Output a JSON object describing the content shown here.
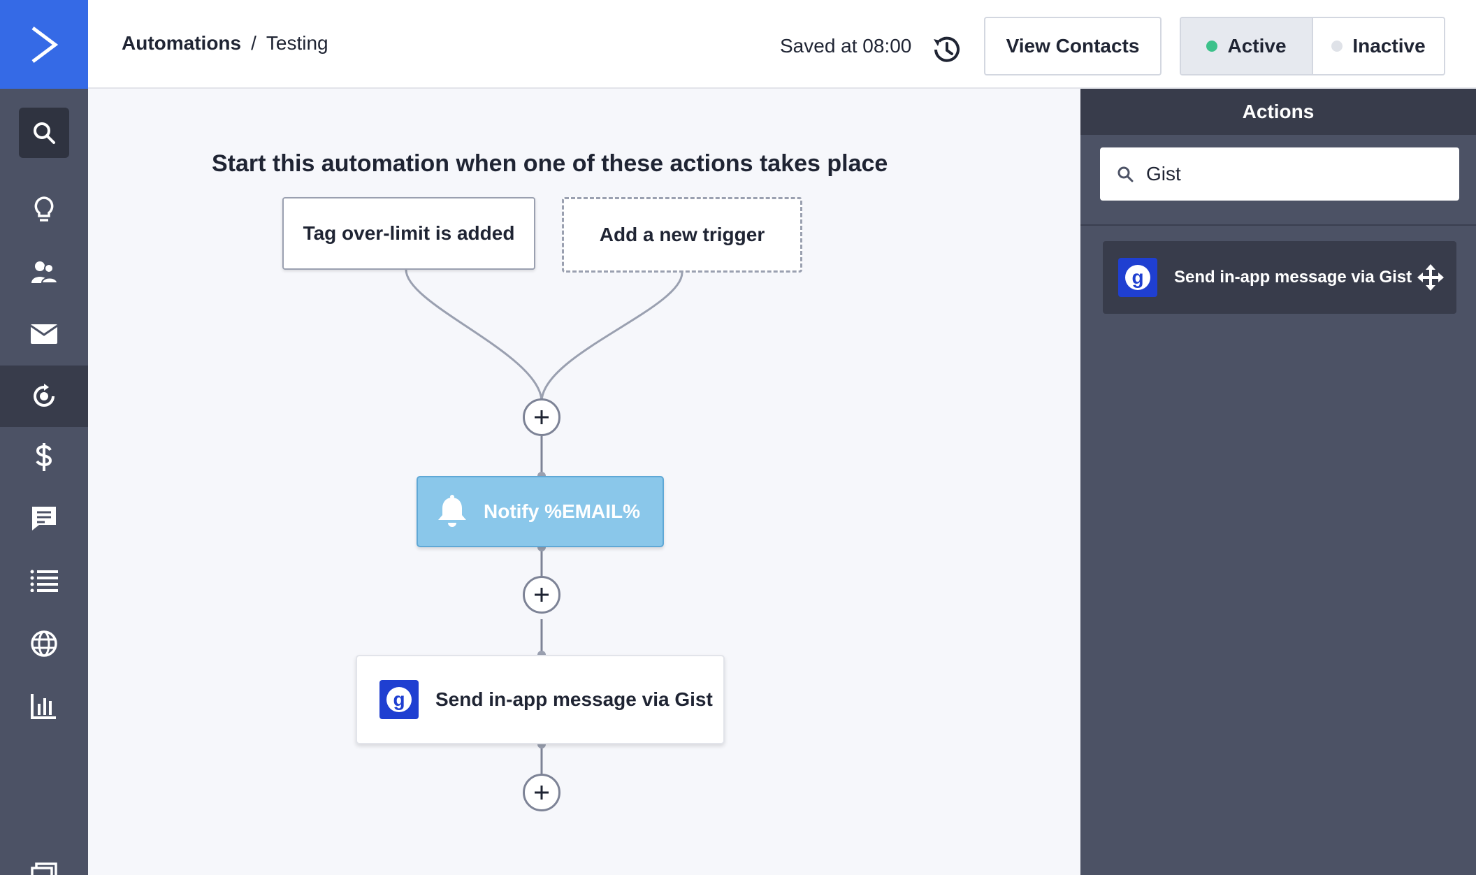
{
  "header": {
    "breadcrumb_root": "Automations",
    "breadcrumb_sep": "/",
    "breadcrumb_current": "Testing",
    "saved_text": "Saved at 08:00",
    "view_contacts_label": "View Contacts",
    "status": {
      "active_label": "Active",
      "inactive_label": "Inactive",
      "selected": "Active",
      "active_dot_color": "#3cc18a",
      "inactive_dot_color": "#dfe2e8"
    }
  },
  "sidebar": {
    "items": [
      {
        "icon": "search-icon"
      },
      {
        "icon": "lightbulb-icon"
      },
      {
        "icon": "contacts-icon"
      },
      {
        "icon": "mail-icon"
      },
      {
        "icon": "automation-icon",
        "active": true
      },
      {
        "icon": "dollar-icon"
      },
      {
        "icon": "chat-icon"
      },
      {
        "icon": "list-icon"
      },
      {
        "icon": "globe-icon"
      },
      {
        "icon": "reports-icon"
      },
      {
        "icon": "pages-icon"
      }
    ]
  },
  "canvas": {
    "title": "Start this automation when one of these actions takes place",
    "triggers": [
      {
        "label": "Tag over-limit is added"
      },
      {
        "label": "Add a new trigger"
      }
    ],
    "steps": [
      {
        "label": "Notify %EMAIL%",
        "icon": "bell-icon"
      },
      {
        "label": "Send in-app message via Gist",
        "icon": "gist-logo"
      }
    ]
  },
  "panel": {
    "title": "Actions",
    "search_value": "Gist",
    "results": [
      {
        "label": "Send in-app message via Gist",
        "icon": "gist-logo"
      }
    ]
  },
  "colors": {
    "brand_blue": "#356ae6",
    "sidebar_bg": "#4c5265",
    "notify_bg": "#8ac7ea",
    "gist_blue": "#1f3fd1"
  }
}
